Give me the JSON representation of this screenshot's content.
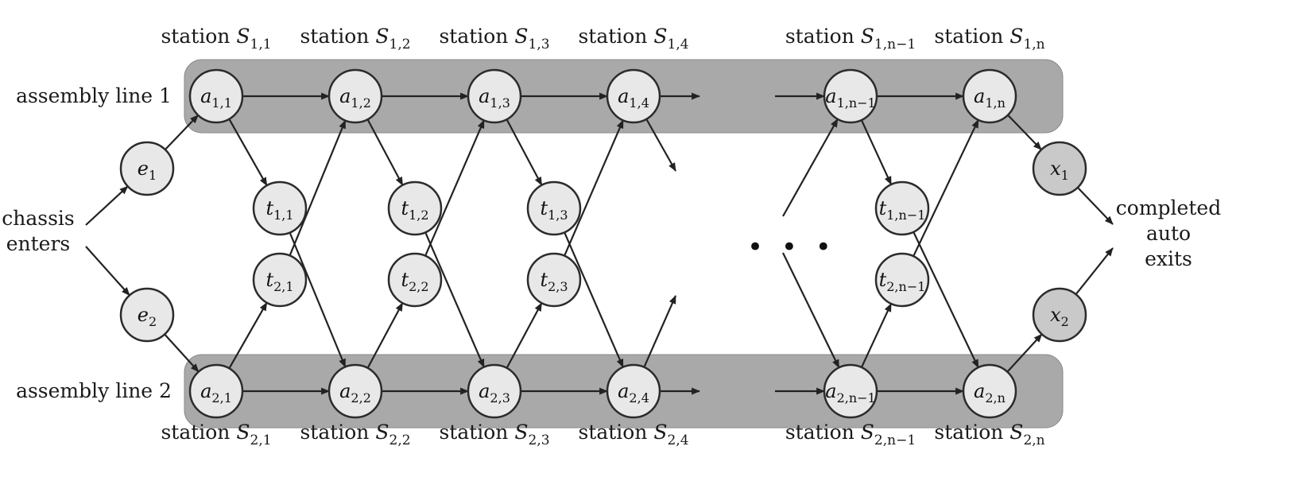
{
  "line_labels": [
    "assembly line 1",
    "assembly line 2"
  ],
  "top_stations": [
    {
      "prefix": "station ",
      "var": "S",
      "sub": "1,1"
    },
    {
      "prefix": "station ",
      "var": "S",
      "sub": "1,2"
    },
    {
      "prefix": "station ",
      "var": "S",
      "sub": "1,3"
    },
    {
      "prefix": "station ",
      "var": "S",
      "sub": "1,4"
    },
    {
      "prefix": "station ",
      "var": "S",
      "sub": "1,n−1"
    },
    {
      "prefix": "station ",
      "var": "S",
      "sub": "1,n"
    }
  ],
  "bottom_stations": [
    {
      "prefix": "station ",
      "var": "S",
      "sub": "2,1"
    },
    {
      "prefix": "station ",
      "var": "S",
      "sub": "2,2"
    },
    {
      "prefix": "station ",
      "var": "S",
      "sub": "2,3"
    },
    {
      "prefix": "station ",
      "var": "S",
      "sub": "2,4"
    },
    {
      "prefix": "station ",
      "var": "S",
      "sub": "2,n−1"
    },
    {
      "prefix": "station ",
      "var": "S",
      "sub": "2,n"
    }
  ],
  "line1_nodes": [
    {
      "var": "a",
      "sub": "1,1"
    },
    {
      "var": "a",
      "sub": "1,2"
    },
    {
      "var": "a",
      "sub": "1,3"
    },
    {
      "var": "a",
      "sub": "1,4"
    },
    {
      "var": "a",
      "sub": "1,n−1"
    },
    {
      "var": "a",
      "sub": "1,n"
    }
  ],
  "line2_nodes": [
    {
      "var": "a",
      "sub": "2,1"
    },
    {
      "var": "a",
      "sub": "2,2"
    },
    {
      "var": "a",
      "sub": "2,3"
    },
    {
      "var": "a",
      "sub": "2,4"
    },
    {
      "var": "a",
      "sub": "2,n−1"
    },
    {
      "var": "a",
      "sub": "2,n"
    }
  ],
  "transfer_nodes_1": [
    {
      "var": "t",
      "sub": "1,1"
    },
    {
      "var": "t",
      "sub": "1,2"
    },
    {
      "var": "t",
      "sub": "1,3"
    },
    {
      "var": "t",
      "sub": "1,n−1"
    }
  ],
  "transfer_nodes_2": [
    {
      "var": "t",
      "sub": "2,1"
    },
    {
      "var": "t",
      "sub": "2,2"
    },
    {
      "var": "t",
      "sub": "2,3"
    },
    {
      "var": "t",
      "sub": "2,n−1"
    }
  ],
  "entry_nodes": [
    {
      "var": "e",
      "sub": "1"
    },
    {
      "var": "e",
      "sub": "2"
    }
  ],
  "exit_nodes": [
    {
      "var": "x",
      "sub": "1"
    },
    {
      "var": "x",
      "sub": "2"
    }
  ],
  "start_label": [
    "chassis",
    "enters"
  ],
  "end_label": [
    "completed",
    "auto",
    "exits"
  ],
  "ellipsis": "• • •"
}
